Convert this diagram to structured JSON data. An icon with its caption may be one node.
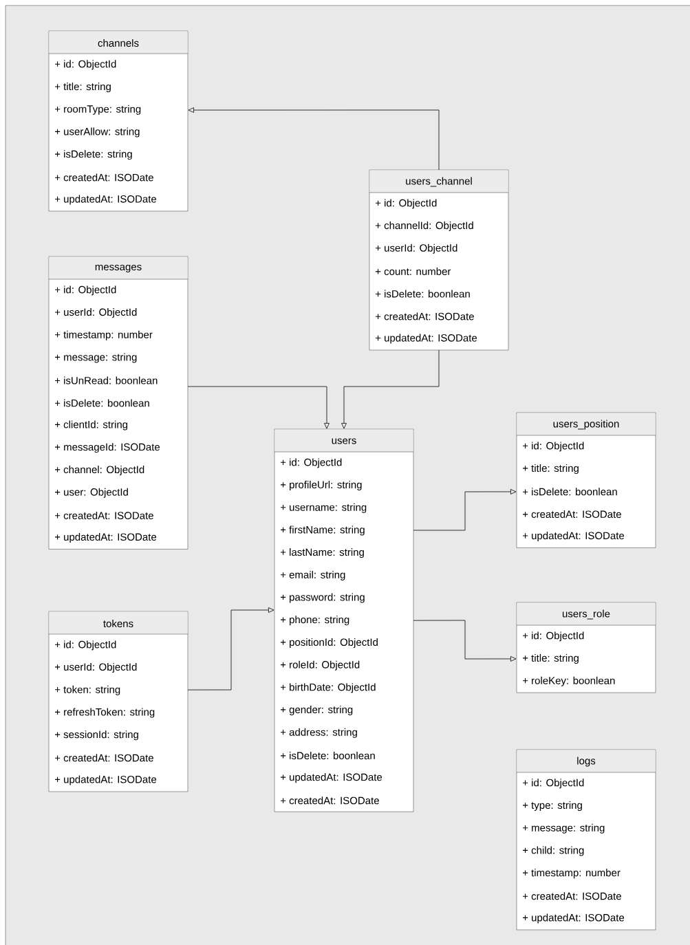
{
  "diagram": {
    "nodes": [
      {
        "text": [
          "channels",
          "+ id: ObjectId",
          "+ title: string",
          "+ roomType: string",
          "+ userAllow: string",
          "+ isDelete: string",
          "+ createdAt: ISODate",
          "+ updatedAt: ISODate"
        ]
      },
      {
        "text": [
          "users_channel",
          "+ id: ObjectId",
          "+ channelId: ObjectId",
          "+ userId: ObjectId",
          "+ count: number",
          "+ isDelete: boonlean",
          "+ createdAt: ISODate",
          "+ updatedAt: ISODate"
        ]
      },
      {
        "text": [
          "messages",
          "+ id: ObjectId",
          "+ userId: ObjectId",
          "+ timestamp: number",
          "+ message: string",
          "+ isUnRead: boonlean",
          "+ isDelete: boonlean",
          "+ clientId: string",
          "+ messageId: ISODate",
          "+ channel: ObjectId",
          "+ user: ObjectId",
          "+ createdAt: ISODate",
          "+ updatedAt: ISODate"
        ]
      },
      {
        "text": [
          "users",
          "+ id: ObjectId",
          "+ profileUrl: string",
          "+ username: string",
          "+ firstName: string",
          "+ lastName: string",
          "+ email: string",
          "+ password: string",
          "+ phone: string",
          "+ positionId: ObjectId",
          "+ roleId: ObjectId",
          "+ birthDate: ObjectId",
          "+ gender: string",
          "+ address: string",
          "+ isDelete: boonlean",
          "+ updatedAt: ISODate",
          "+ createdAt: ISODate"
        ]
      },
      {
        "text": [
          "users_position",
          "+ id: ObjectId",
          "+ title: string",
          "+ isDelete: boonlean",
          "+ createdAt: ISODate",
          "+ updatedAt: ISODate"
        ]
      },
      {
        "text": [
          "users_role",
          "+ id: ObjectId",
          "+ title: string",
          "+ roleKey: boonlean"
        ]
      },
      {
        "text": [
          "tokens",
          "+ id: ObjectId",
          "+ userId: ObjectId",
          "+ token: string",
          "+ refreshToken: string",
          "+ sessionId: string",
          "+ createdAt: ISODate",
          "+ updatedAt: ISODate"
        ]
      },
      {
        "text": [
          "logs",
          "+ id: ObjectId",
          "+ type: string",
          "+ message: string",
          "+ child: string",
          "+ timestamp: number",
          "+ createdAt: ISODate",
          "+ updatedAt: ISODate"
        ]
      }
    ],
    "edges": [
      {
        "from": 1,
        "to": 0,
        "arrow": "to"
      },
      {
        "from": 2,
        "to": 3,
        "arrow": "to"
      },
      {
        "from": 1,
        "to": 3,
        "arrow": "to"
      },
      {
        "from": 3,
        "to": 4,
        "arrow": "to"
      },
      {
        "from": 3,
        "to": 5,
        "arrow": "to"
      },
      {
        "from": 6,
        "to": 3,
        "arrow": "to"
      }
    ]
  }
}
